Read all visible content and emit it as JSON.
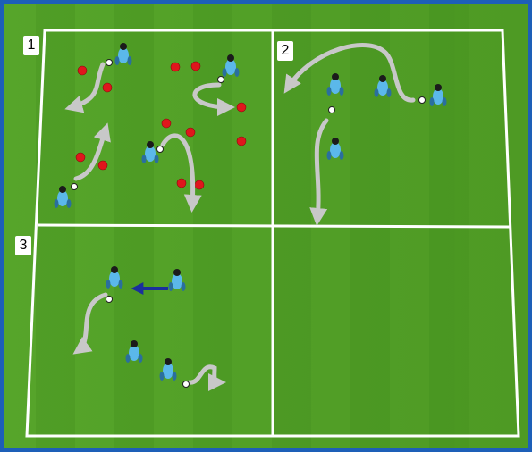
{
  "zones": [
    {
      "id": "zone-1",
      "label": "1"
    },
    {
      "id": "zone-2",
      "label": "2"
    },
    {
      "id": "zone-3",
      "label": "3"
    }
  ],
  "colors": {
    "frame": "#1d5fb8",
    "grass_light": "#5fae2a",
    "grass_dark": "#4f9a22",
    "line": "#ffffff",
    "cone": "#e0161c",
    "player": "#5bb8ea",
    "player_dark": "#2a6f9e",
    "path_arrow": "#c8c8c8",
    "pass_arrow": "#1a2f9c"
  },
  "icons": {
    "cone": "cone-marker-icon",
    "player": "player-icon",
    "ball": "soccer-ball-icon",
    "dribble": "dribble-path-arrow-icon",
    "pass": "pass-arrow-icon"
  }
}
